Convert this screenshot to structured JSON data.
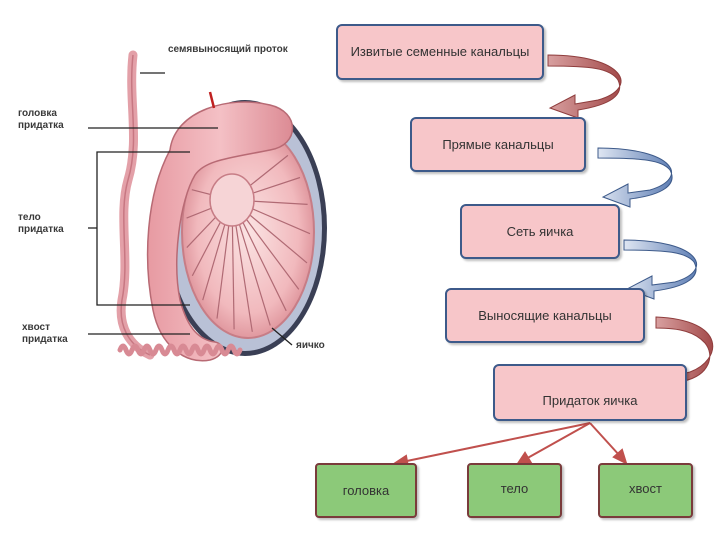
{
  "anatomy": {
    "labels": {
      "vas_deferens": "семявыносящий проток",
      "head": "головка\nпридатка",
      "body": "тело\nпридатка",
      "tail": "хвост\nпридатка",
      "testis": "яичко"
    }
  },
  "flow": {
    "steps": [
      "Извитые семенные канальцы",
      "Прямые канальцы",
      "Сеть яичка",
      "Выносящие канальцы",
      "Придаток яичка"
    ],
    "parts": [
      "головка",
      "тело",
      "хвост"
    ]
  },
  "colors": {
    "box_fill": "#f7c6c9",
    "box_border": "#3d5a8a",
    "part_fill": "#8cc979",
    "part_border": "#7a3b3b",
    "arrow_red": "#c0504d",
    "arrow_blue": "#4f6fa8"
  }
}
